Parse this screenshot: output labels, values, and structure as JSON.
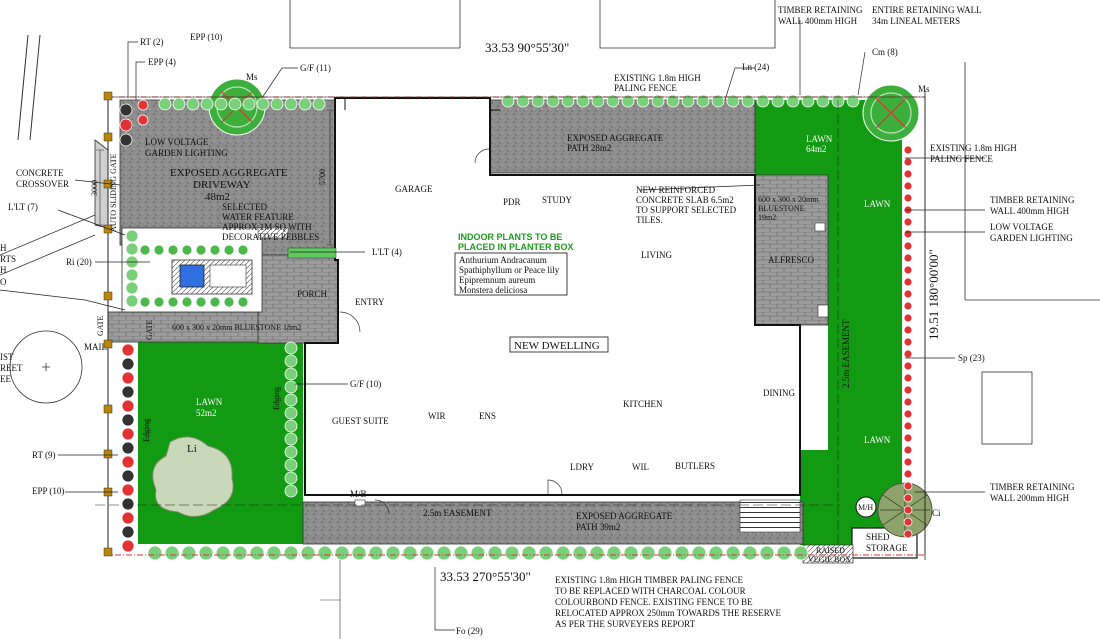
{
  "dimensions": {
    "top_boundary": "33.53  90°55'30\"",
    "bottom_boundary": "33.53  270°55'30\"",
    "right_boundary": "19.51  180°00'00\"",
    "driveway_width": "3000",
    "driveway_length": "5700"
  },
  "top_labels": {
    "rt2": "RT (2)",
    "epp10": "EPP (10)",
    "epp4": "EPP (4)",
    "ms_left": "Ms",
    "gf11": "G/F (11)",
    "ln24": "Ln (24)",
    "timber_wall_1": "TIMBER RETAINING",
    "timber_wall_2": "WALL 400mm HIGH",
    "entire_wall_1": "ENTIRE RETAINING WALL",
    "entire_wall_2": "34m LINEAL METERS",
    "cm8": "Cm (8)",
    "ms_right": "Ms",
    "fence_top_1": "EXISTING 1.8m HIGH",
    "fence_top_2": "PALING FENCE"
  },
  "left_labels": {
    "concrete_1": "CONCRETE",
    "concrete_2": "CROSSOVER",
    "llt7": "L'LT (7)",
    "cut_1": "H",
    "cut_2": "RTS",
    "cut_3": "H",
    "cut_4": "O",
    "cut_5": "IST",
    "cut_6": "REET",
    "cut_7": "EE",
    "ri20": "Ri (20)",
    "gate": "GATE",
    "mail": "MAIL",
    "rt9": "RT (9)",
    "epp10b": "EPP (10)",
    "auto_gate": "AUTO SLIDING GATE",
    "gate_label": "GATE"
  },
  "right_labels": {
    "fence_right_1": "EXISTING 1.8m HIGH",
    "fence_right_2": "PALING FENCE",
    "timber_right_1": "TIMBER RETAINING",
    "timber_right_2": "WALL 400mm HIGH",
    "lighting_right_1": "LOW VOLTAGE",
    "lighting_right_2": "GARDEN LIGHTING",
    "sp23": "Sp (23)",
    "timber200_1": "TIMBER RETAINING",
    "timber200_2": "WALL 200mm HIGH",
    "ci": "Ci"
  },
  "areas": {
    "lighting_left_1": "LOW VOLTAGE",
    "lighting_left_2": "GARDEN LIGHTING",
    "driveway_1": "EXPOSED AGGREGATE",
    "driveway_2": "DRIVEWAY",
    "driveway_3": "48m2",
    "water_1": "SELECTED",
    "water_2": "WATER FEATURE",
    "water_3": "APPROX 1M SQ WITH",
    "water_4": "DECORATIVE PEBBLES",
    "path_top_1": "EXPOSED AGGREGATE",
    "path_top_2": "PATH 28m2",
    "lawn_top_1": "LAWN",
    "lawn_top_2": "64m2",
    "lawn_side_a": "LAWN",
    "lawn_side_b": "LAWN",
    "slab_1": "NEW REINFORCED",
    "slab_2": "CONCRETE SLAB 6.5m2",
    "slab_3": "TO SUPPORT SELECTED",
    "slab_4": "TILES.",
    "bluestone_top_1": "600 x 300 x 20mm",
    "bluestone_top_2": "BLUESTONE",
    "bluestone_top_3": "19m2",
    "alfresco": "ALFRESCO",
    "bluestone_left": "600 x 300 x 20mm BLUESTONE 18m2",
    "llt4": "L'LT (4)",
    "porch": "PORCH",
    "lawn_front_1": "LAWN",
    "lawn_front_2": "52m2",
    "edging_1": "Edging",
    "edging_2": "Edging",
    "gf10": "G/F (10)",
    "li": "Li",
    "mb": "M/B",
    "easement_bottom": "2.5m EASEMENT",
    "path_bottom_1": "EXPOSED AGGREGATE",
    "path_bottom_2": "PATH 39m2",
    "easement_right": "2.5m EASEMENT",
    "mh": "M/H",
    "shed_1": "SHED",
    "shed_2": "STORAGE",
    "raised_1": "RAISED",
    "raised_2": "VEGIE BOX"
  },
  "rooms": {
    "garage": "GARAGE",
    "pdr": "PDR",
    "study": "STUDY",
    "living": "LIVING",
    "entry": "ENTRY",
    "new_dwelling": "NEW DWELLING",
    "guest": "GUEST SUITE",
    "wir": "WIR",
    "ens": "ENS",
    "kitchen": "KITCHEN",
    "dining": "DINING",
    "ldry": "LDRY",
    "wil": "WIL",
    "butlers": "BUTLERS"
  },
  "indoor": {
    "heading_1": "INDOOR PLANTS TO BE",
    "heading_2": "PLACED IN PLANTER BOX",
    "plants": [
      "Anthurium Andracanum",
      "Spathiphyllum or Peace lily",
      "Epipremnum aureum",
      "Monstera deliciosa"
    ]
  },
  "bottom_labels": {
    "note_1": "EXISTING 1.8m HIGH TIMBER PALING FENCE",
    "note_2": "TO BE REPLACED WITH CHARCOAL COLOUR",
    "note_3": "COLOURBOND FENCE. EXISTING FENCE TO BE",
    "note_4": "RELOCATED APPROX 250mm TOWARDS THE RESERVE",
    "note_5": "AS PER THE SURVEYERS REPORT",
    "fo29": "Fo (29)"
  },
  "colors": {
    "lawn": "#139a13",
    "paving": "#8a8a8a",
    "bluestone": "#9c9c9c",
    "boundary": "#d23a3a",
    "shrub_red": "#e23232",
    "shrub_green": "#4cb84c",
    "hedge": "#7ad07a"
  }
}
